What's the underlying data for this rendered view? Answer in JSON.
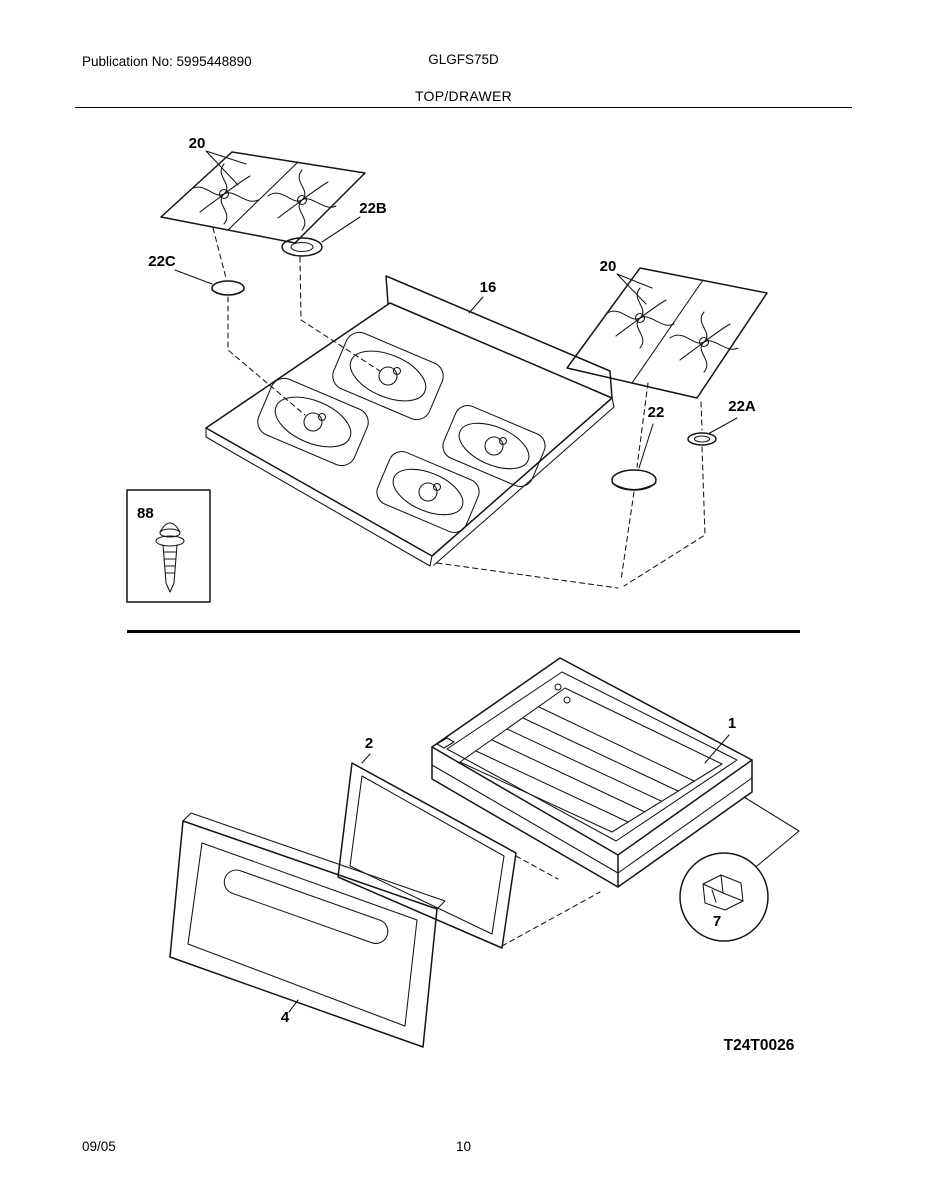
{
  "header": {
    "publication": "Publication No: 5995448890",
    "model": "GLGFS75D",
    "section_title": "TOP/DRAWER"
  },
  "callouts": {
    "grate_left": "20",
    "grate_right": "20",
    "cap_b": "22B",
    "cap_c": "22C",
    "maintop": "16",
    "cap_plain": "22",
    "cap_a": "22A",
    "screw": "88",
    "drawer": "1",
    "panel_inner": "2",
    "panel_front": "4",
    "glide": "7"
  },
  "diagram_code": "T24T0026",
  "footer": {
    "date": "09/05",
    "page": "10"
  }
}
